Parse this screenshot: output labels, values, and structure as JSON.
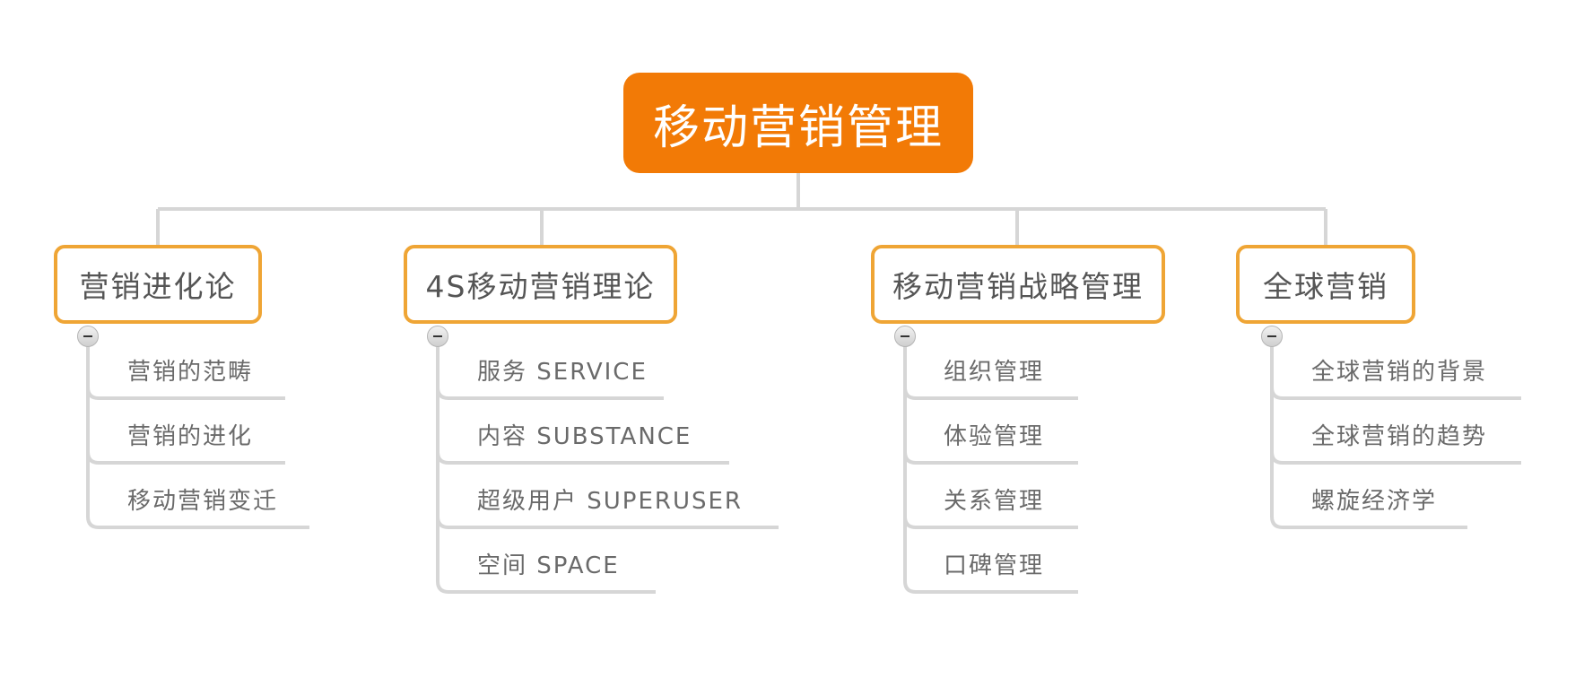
{
  "root": {
    "label": "移动营销管理"
  },
  "colors": {
    "root_fill": "#f27a06",
    "topic_border": "#efa535",
    "connector": "#d6d6d6",
    "text": "#666666"
  },
  "topics": [
    {
      "label": "营销进化论",
      "children": [
        "营销的范畴",
        "营销的进化",
        "移动营销变迁"
      ]
    },
    {
      "label": "4S移动营销理论",
      "children": [
        "服务 SERVICE",
        "内容 SUBSTANCE",
        "超级用户 SUPERUSER",
        "空间 SPACE"
      ]
    },
    {
      "label": "移动营销战略管理",
      "children": [
        "组织管理",
        "体验管理",
        "关系管理",
        "口碑管理"
      ]
    },
    {
      "label": "全球营销",
      "children": [
        "全球营销的背景",
        "全球营销的趋势",
        "螺旋经济学"
      ]
    }
  ]
}
